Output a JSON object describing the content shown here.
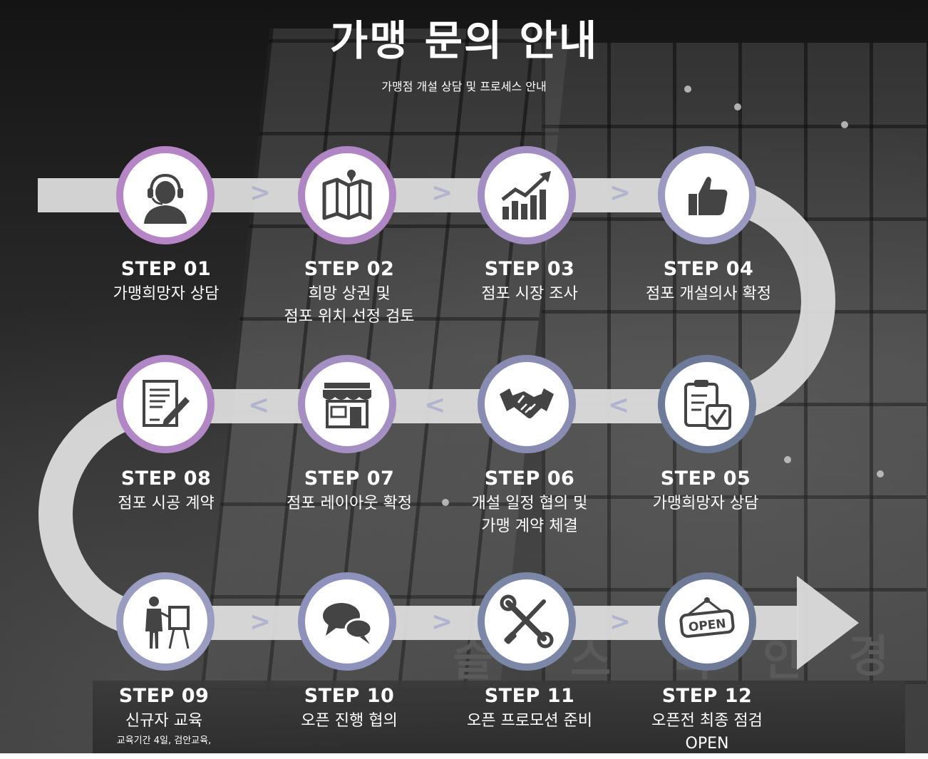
{
  "title": "가맹 문의 안내",
  "subtitle": "가맹점 개설 상담 및 프로세스 안내",
  "colors": {
    "purple": "#b084c6",
    "lavender": "#9b95c2",
    "slate": "#6d7a99",
    "path": "#dcdcdc",
    "chevron": "#aeb0cf"
  },
  "background_sign": [
    "슬",
    "스",
    "바",
    "안",
    "경"
  ],
  "steps": [
    {
      "num": "STEP 01",
      "desc": "가맹희망자 상담",
      "icon": "headset-person-icon"
    },
    {
      "num": "STEP 02",
      "desc": "희망 상권 및\n점포 위치 선정 검토",
      "icon": "map-icon"
    },
    {
      "num": "STEP 03",
      "desc": "점포 시장 조사",
      "icon": "growth-chart-icon"
    },
    {
      "num": "STEP 04",
      "desc": "점포 개설의사 확정",
      "icon": "thumbs-up-icon"
    },
    {
      "num": "STEP 05",
      "desc": "가맹희망자 상담",
      "icon": "clipboard-check-icon"
    },
    {
      "num": "STEP 06",
      "desc": "개설 일정 협의 및\n가맹 계약 체결",
      "icon": "handshake-icon"
    },
    {
      "num": "STEP 07",
      "desc": "점포 레이아웃 확정",
      "icon": "storefront-icon"
    },
    {
      "num": "STEP 08",
      "desc": "점포 시공 계약",
      "icon": "contract-sign-icon"
    },
    {
      "num": "STEP 09",
      "desc": "신규자 교육",
      "note": "교육기간 4일, 검안교육,",
      "icon": "presenter-icon"
    },
    {
      "num": "STEP 10",
      "desc": "오픈 진행 협의",
      "icon": "chat-bubbles-icon"
    },
    {
      "num": "STEP 11",
      "desc": "오픈 프로모션 준비",
      "icon": "tools-icon"
    },
    {
      "num": "STEP 12",
      "desc": "오픈전 최종 점검\nOPEN",
      "icon": "open-sign-icon"
    }
  ],
  "open_sign_text": "OPEN"
}
